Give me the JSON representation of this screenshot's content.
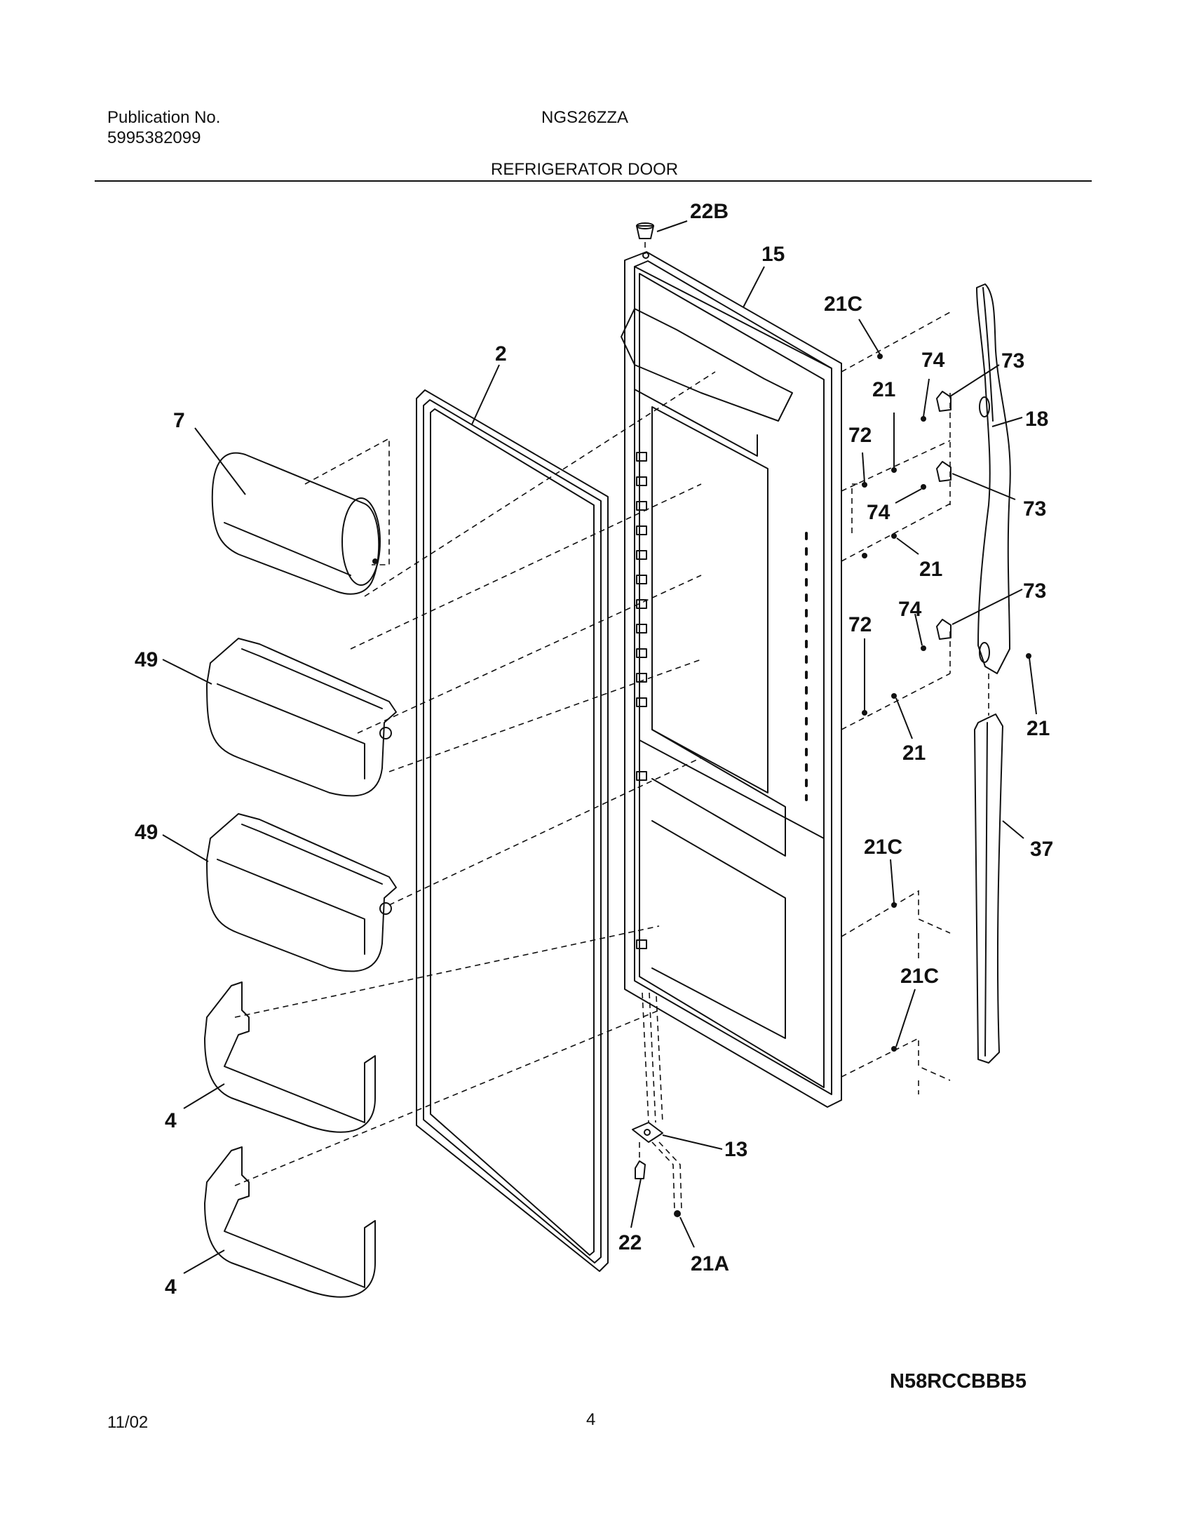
{
  "header": {
    "publication_label": "Publication No.",
    "publication_number": "5995382099",
    "model": "NGS26ZZA",
    "section_title": "REFRIGERATOR DOOR"
  },
  "callouts": {
    "c22B": "22B",
    "c15": "15",
    "c21C_top": "21C",
    "c2": "2",
    "c74_a": "74",
    "c73_a": "73",
    "c7": "7",
    "c21_a": "21",
    "c18": "18",
    "c72_a": "72",
    "c74_b": "74",
    "c73_b": "73",
    "c21_b": "21",
    "c73_c": "73",
    "c49_a": "49",
    "c74_c": "74",
    "c72_b": "72",
    "c21_c": "21",
    "c21_d": "21",
    "c49_b": "49",
    "c21C_mid": "21C",
    "c37": "37",
    "c21C_low": "21C",
    "c4_a": "4",
    "c13": "13",
    "c22": "22",
    "c21A": "21A",
    "c4_b": "4"
  },
  "footer": {
    "ref_code": "N58RCCBBB5",
    "date": "11/02",
    "page_number": "4"
  }
}
